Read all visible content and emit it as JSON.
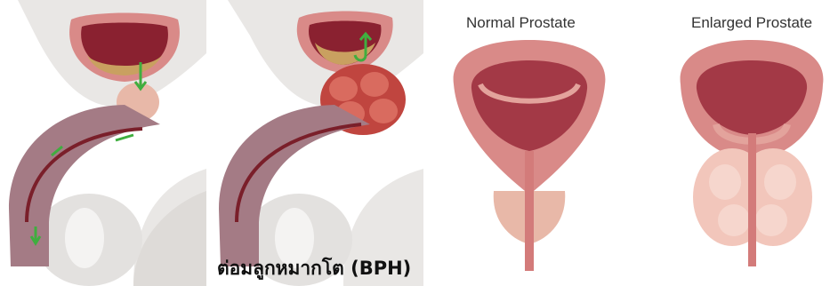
{
  "caption": "ต่อมลูกหมากโต (BPH)",
  "labels": {
    "normal": "Normal Prostate",
    "enlarged": "Enlarged Prostate"
  },
  "colors": {
    "bladder_wall": "#d98a88",
    "bladder_inner": "#8a2130",
    "urine": "#c9a060",
    "prostate_normal": "#e8b8a8",
    "prostate_enlarged": "#c0453f",
    "penis_tissue": "#a47b85",
    "urethra": "#7a1f2a",
    "flow_arrow": "#3fae3f",
    "background_tissue": "#e9e7e5"
  },
  "icons": [
    "flow-arrow-icon"
  ]
}
